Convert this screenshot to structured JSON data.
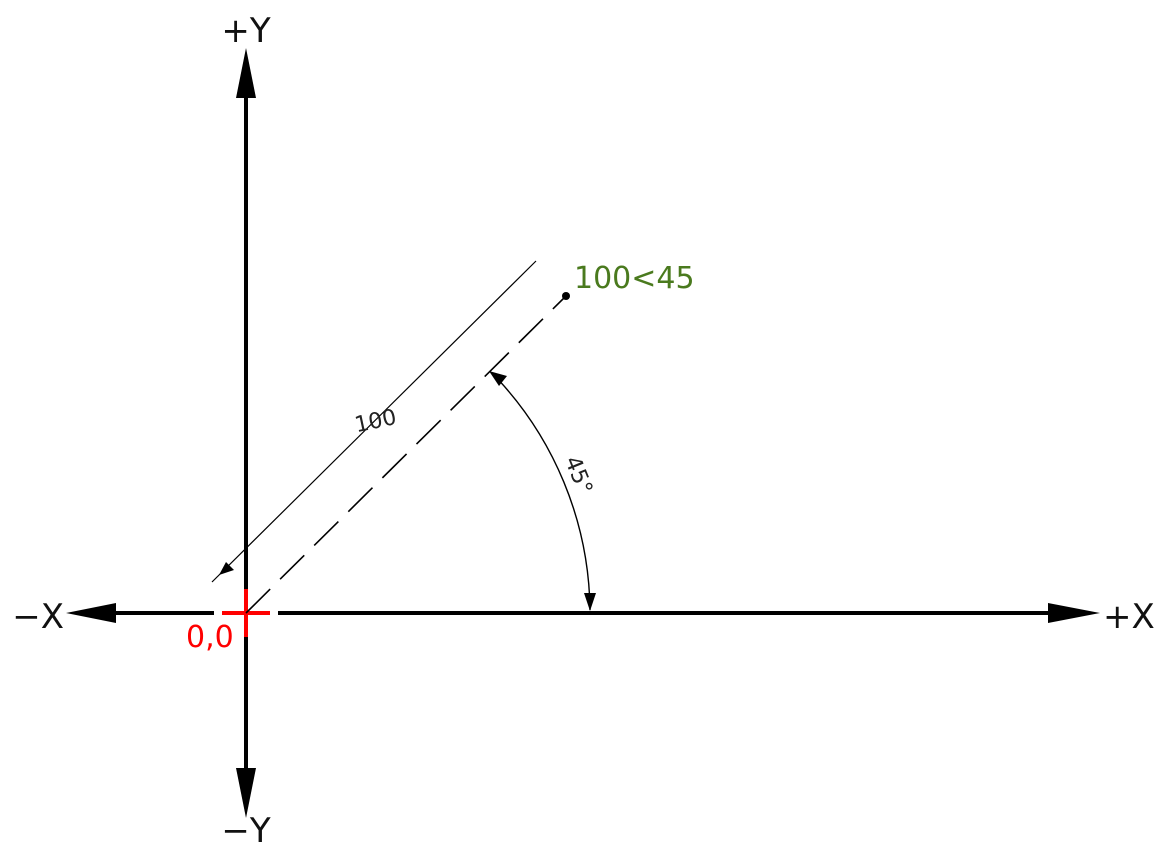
{
  "axes": {
    "pos_y_label": "+Y",
    "neg_y_label": "−Y",
    "pos_x_label": "+X",
    "neg_x_label": "−X"
  },
  "origin": {
    "label": "0,0",
    "color": "#ff0000"
  },
  "point": {
    "label": "100<45",
    "color": "#4a7a1e",
    "distance": 100,
    "angle_deg": 45
  },
  "dimensions": {
    "length_label": "100",
    "angle_label": "45°"
  }
}
